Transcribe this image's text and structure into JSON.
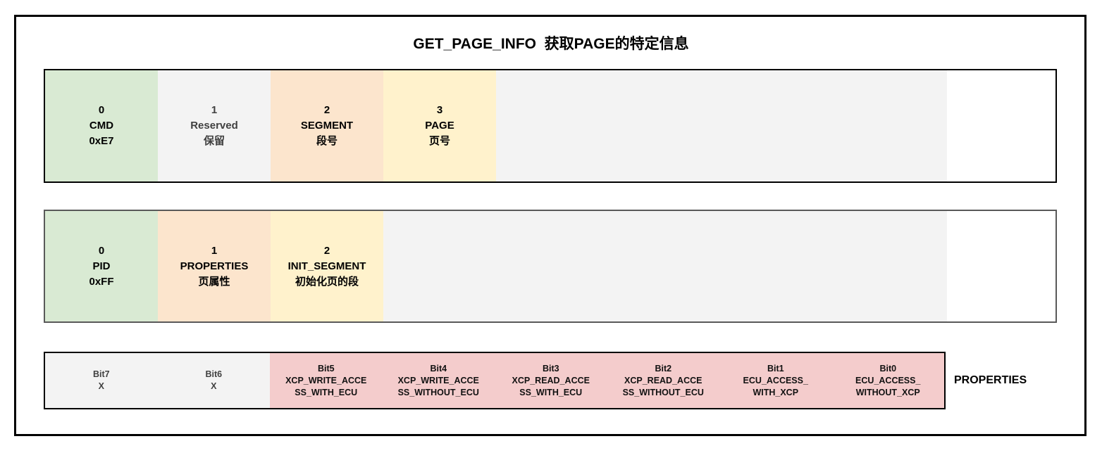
{
  "title": "GET_PAGE_INFO  获取PAGE的特定信息",
  "colors": {
    "green": "#d9ead3",
    "gray": "#f3f3f3",
    "orange": "#fce5cd",
    "yellow": "#fff2cc",
    "red": "#f4cccc"
  },
  "request_row": {
    "cells": [
      {
        "byte": "0",
        "name": "CMD",
        "desc": "0xE7"
      },
      {
        "byte": "1",
        "name": "Reserved",
        "desc": "保留"
      },
      {
        "byte": "2",
        "name": "SEGMENT",
        "desc": "段号"
      },
      {
        "byte": "3",
        "name": "PAGE",
        "desc": "页号"
      }
    ]
  },
  "response_row": {
    "cells": [
      {
        "byte": "0",
        "name": "PID",
        "desc": "0xFF"
      },
      {
        "byte": "1",
        "name": "PROPERTIES",
        "desc": "页属性"
      },
      {
        "byte": "2",
        "name": "INIT_SEGMENT",
        "desc": "初始化页的段"
      }
    ]
  },
  "bits_row": {
    "label": "PROPERTIES",
    "cells": [
      {
        "bit": "Bit7",
        "name": "X"
      },
      {
        "bit": "Bit6",
        "name": "X"
      },
      {
        "bit": "Bit5",
        "name": "XCP_WRITE_ACCE\nSS_WITH_ECU"
      },
      {
        "bit": "Bit4",
        "name": "XCP_WRITE_ACCE\nSS_WITHOUT_ECU"
      },
      {
        "bit": "Bit3",
        "name": "XCP_READ_ACCE\nSS_WITH_ECU"
      },
      {
        "bit": "Bit2",
        "name": "XCP_READ_ACCE\nSS_WITHOUT_ECU"
      },
      {
        "bit": "Bit1",
        "name": "ECU_ACCESS_\nWITH_XCP"
      },
      {
        "bit": "Bit0",
        "name": "ECU_ACCESS_\nWITHOUT_XCP"
      }
    ]
  }
}
